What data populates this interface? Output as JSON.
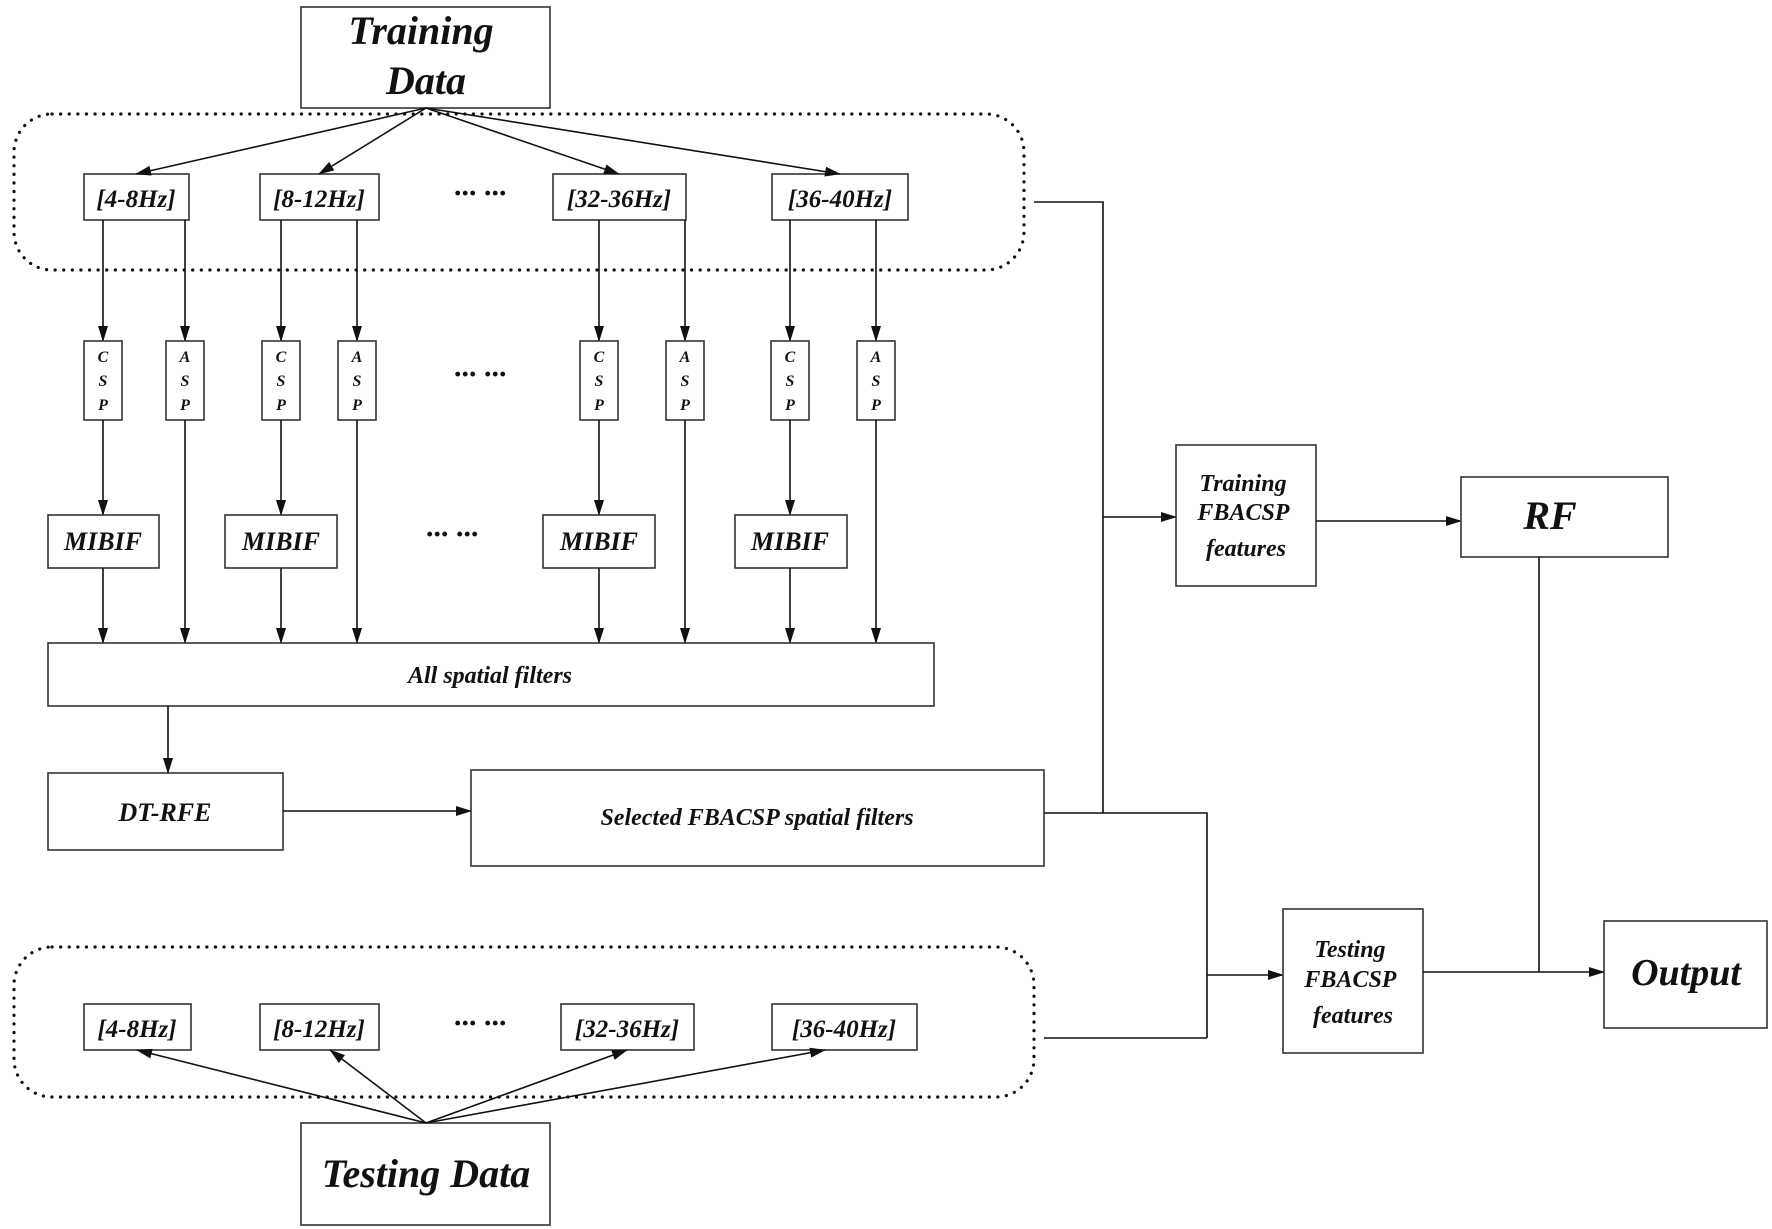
{
  "training_data": [
    "Training",
    "Data"
  ],
  "testing_data": "Testing Data",
  "training_bands": [
    "[4-8Hz]",
    "[8-12Hz]",
    "[32-36Hz]",
    "[36-40Hz]"
  ],
  "testing_bands": [
    "[4-8Hz]",
    "[8-12Hz]",
    "[32-36Hz]",
    "[36-40Hz]"
  ],
  "ellipsis": "··· ···",
  "csp": [
    "C",
    "S",
    "P"
  ],
  "asp": [
    "A",
    "S",
    "P"
  ],
  "mibif": "MIBIF",
  "all_spatial_filters": "All spatial filters",
  "dt_rfe": "DT-RFE",
  "selected_filters": "Selected FBACSP spatial filters",
  "training_features": [
    "Training",
    "FBACSP",
    "features"
  ],
  "testing_features": [
    "Testing",
    "FBACSP",
    "features"
  ],
  "rf": "RF",
  "output": "Output"
}
